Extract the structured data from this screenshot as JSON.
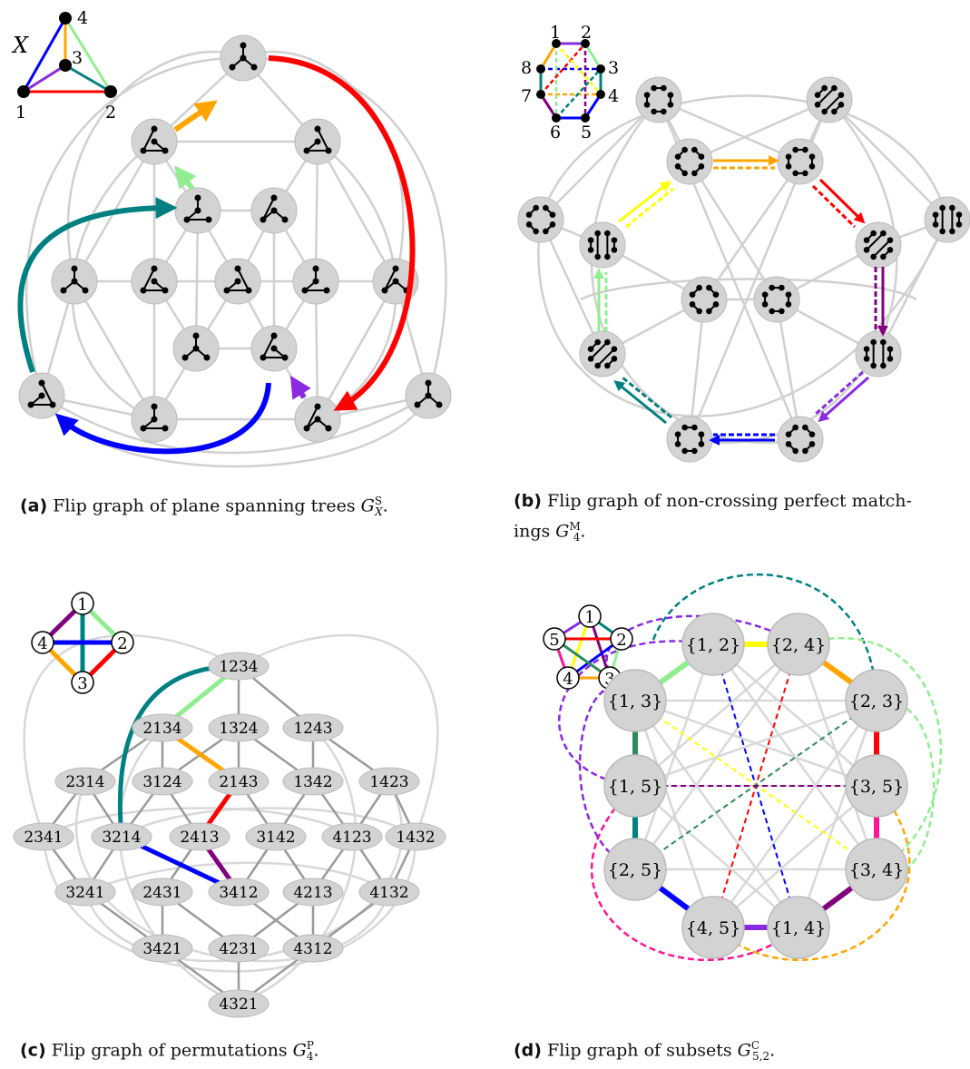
{
  "panel_a": {
    "caption_tag": "(a)",
    "caption_text": "Flip graph of plane spanning trees",
    "caption_sym": "G",
    "caption_sup": "S",
    "caption_sub": "X",
    "inset_label": "X",
    "inset_points": [
      "1",
      "2",
      "3",
      "4"
    ]
  },
  "panel_b": {
    "caption_tag": "(b)",
    "caption_text": "Flip graph of non-crossing perfect match-",
    "caption_text2": "ings",
    "caption_sym": "G",
    "caption_sup": "M",
    "caption_sub": "4",
    "inset_points": [
      "1",
      "2",
      "3",
      "4",
      "5",
      "6",
      "7",
      "8"
    ]
  },
  "panel_c": {
    "caption_tag": "(c)",
    "caption_text": "Flip graph of permutations",
    "caption_sym": "G",
    "caption_sup": "P",
    "caption_sub": "4",
    "inset_points": [
      "1",
      "2",
      "3",
      "4"
    ],
    "permutations": [
      "1234",
      "2134",
      "1324",
      "1243",
      "2314",
      "3124",
      "2143",
      "1342",
      "1423",
      "2341",
      "3214",
      "2413",
      "3142",
      "4123",
      "1432",
      "3241",
      "2431",
      "3412",
      "4213",
      "4132",
      "3421",
      "4231",
      "4312",
      "4321"
    ]
  },
  "panel_d": {
    "caption_tag": "(d)",
    "caption_text": "Flip graph of subsets",
    "caption_sym": "G",
    "caption_sup": "C",
    "caption_sub": "5,2",
    "inset_points": [
      "1",
      "2",
      "3",
      "4",
      "5"
    ],
    "subsets": [
      "{1, 2}",
      "{2, 4}",
      "{1, 3}",
      "{2, 3}",
      "{1, 5}",
      "{3, 5}",
      "{2, 5}",
      "{3, 4}",
      "{4, 5}",
      "{1, 4}"
    ]
  },
  "colors": {
    "red": "#ff0000",
    "blue": "#0000ff",
    "teal": "#008080",
    "orange": "#ffa500",
    "lightgreen": "#90ee90",
    "violet": "#8a2be2",
    "purple": "#800080",
    "yellow": "#ffff00",
    "pink": "#ff1493",
    "green": "#2e8b57",
    "gray": "#d0d0d0"
  }
}
